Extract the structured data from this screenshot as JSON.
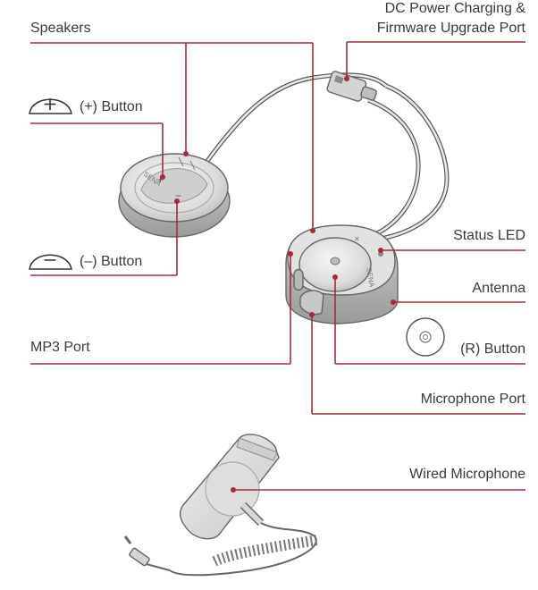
{
  "labels": {
    "speakers": "Speakers",
    "dc_power_line1": "DC Power Charging &",
    "dc_power_line2": "Firmware Upgrade Port",
    "plus_button": "(+) Button",
    "minus_button": "(–) Button",
    "status_led": "Status LED",
    "antenna": "Antenna",
    "mp3_port": "MP3 Port",
    "r_button": "(R) Button",
    "microphone_port": "Microphone Port",
    "wired_microphone": "Wired Microphone"
  },
  "device": {
    "remote_brand_text": "SENA",
    "main_unit_brand_text": "SENA",
    "plus_symbol": "+",
    "minus_symbol": "−"
  },
  "colors": {
    "leader_line": "#a52a3a",
    "device_body": "#d9d9d9",
    "outline": "#666666"
  }
}
